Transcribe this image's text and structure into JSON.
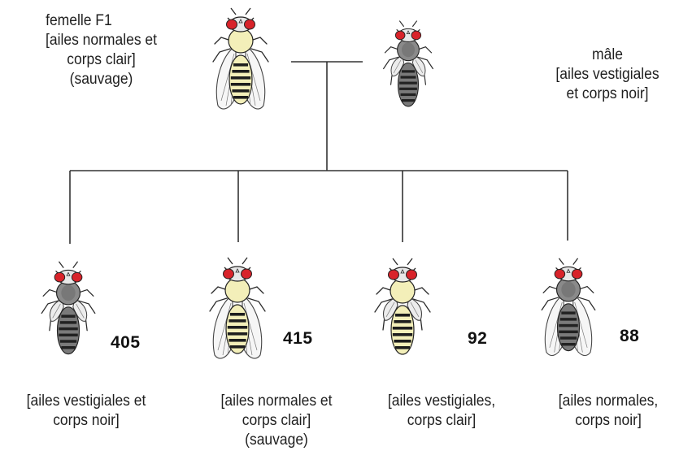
{
  "parents": {
    "female": {
      "lines": [
        "femelle F1",
        "[ailes normales et",
        "corps clair]",
        "(sauvage)"
      ],
      "wings": "normal",
      "body": "light"
    },
    "male": {
      "lines": [
        "mâle",
        "[ailes vestigiales",
        "et corps noir]"
      ],
      "wings": "vestigial",
      "body": "dark"
    }
  },
  "offspring": [
    {
      "count": "405",
      "lines": [
        "[ailes vestigiales et",
        "corps noir]"
      ],
      "wings": "vestigial",
      "body": "dark"
    },
    {
      "count": "415",
      "lines": [
        "[ailes normales et",
        "corps clair]",
        "(sauvage)"
      ],
      "wings": "normal",
      "body": "light"
    },
    {
      "count": "92",
      "lines": [
        "[ailes vestigiales,",
        "corps clair]"
      ],
      "wings": "vestigial",
      "body": "light"
    },
    {
      "count": "88",
      "lines": [
        "[ailes normales,",
        "corps noir]"
      ],
      "wings": "normal",
      "body": "dark"
    }
  ],
  "colors": {
    "eye": "#d8232a",
    "light_body": "#f3efb9",
    "dark_body": "#7a7a7a",
    "stripe_light": "#1e1e1e",
    "stripe_dark": "#222222",
    "line": "#333333"
  }
}
